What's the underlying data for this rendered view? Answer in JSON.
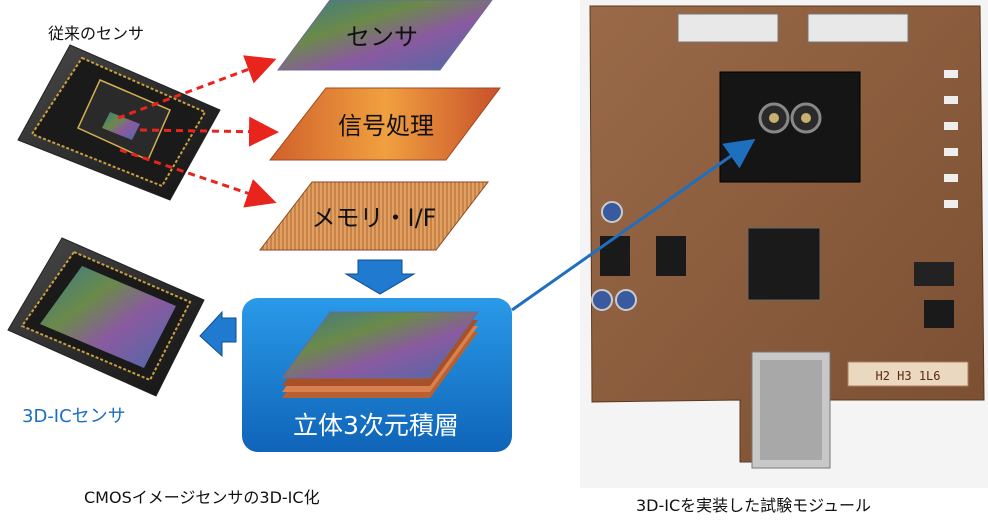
{
  "left_panel": {
    "conventional_sensor_label": "従来のセンサ",
    "layers": {
      "sensor": "センサ",
      "signal_processing": "信号処理",
      "memory_if": "メモリ・I/F"
    },
    "stack_label": "立体3次元積層",
    "new_sensor_label": "3D-ICセンサ",
    "caption": "CMOSイメージセンサの3D-IC化"
  },
  "right_panel": {
    "caption": "3D-ICを実装した試験モジュール",
    "board_marking": "H2 H3 1L6"
  },
  "colors": {
    "arrow_red": "#e8241c",
    "arrow_blue": "#1f6fc0",
    "stack_bg": "#1a7fd4",
    "pcb": "#8a5a3a",
    "new_sensor_label": "#1a6fc4"
  }
}
